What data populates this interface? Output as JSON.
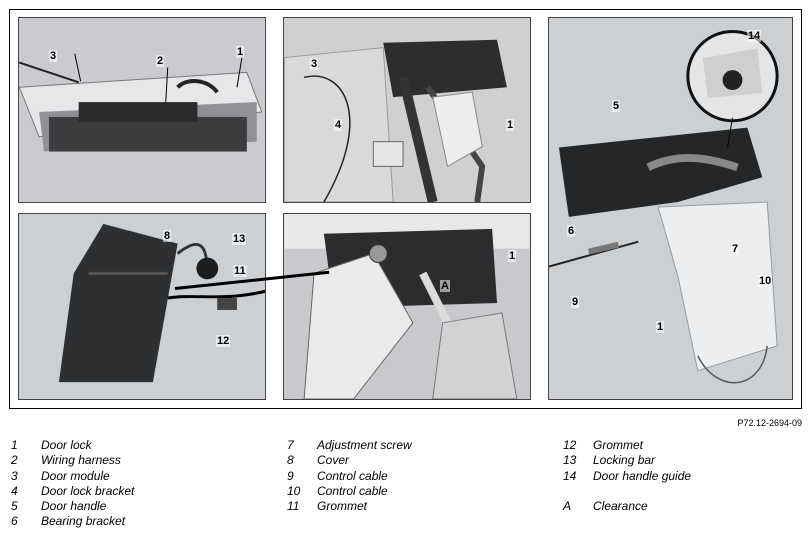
{
  "figure_code": "P72.12-2694-09",
  "callouts": {
    "p1": [
      "3",
      "2",
      "1"
    ],
    "p2": [
      "3",
      "4",
      "1"
    ],
    "p3": [
      "14",
      "5",
      "6",
      "7",
      "10",
      "9",
      "1"
    ],
    "p4": [
      "8",
      "13",
      "11",
      "12"
    ],
    "p5": [
      "1",
      "A"
    ]
  },
  "legend": {
    "col1": [
      {
        "num": "1",
        "label": "Door lock"
      },
      {
        "num": "2",
        "label": "Wiring harness"
      },
      {
        "num": "3",
        "label": "Door module"
      },
      {
        "num": "4",
        "label": "Door lock bracket"
      },
      {
        "num": "5",
        "label": "Door handle"
      },
      {
        "num": "6",
        "label": "Bearing bracket"
      }
    ],
    "col2": [
      {
        "num": "7",
        "label": "Adjustment screw"
      },
      {
        "num": "8",
        "label": "Cover"
      },
      {
        "num": "9",
        "label": "Control cable"
      },
      {
        "num": "10",
        "label": "Control cable"
      },
      {
        "num": "11",
        "label": "Grommet"
      }
    ],
    "col3": [
      {
        "num": "12",
        "label": "Grommet"
      },
      {
        "num": "13",
        "label": "Locking bar"
      },
      {
        "num": "14",
        "label": "Door handle guide"
      },
      {
        "num": "",
        "label": ""
      },
      {
        "num": "A",
        "label": "Clearance"
      }
    ]
  }
}
